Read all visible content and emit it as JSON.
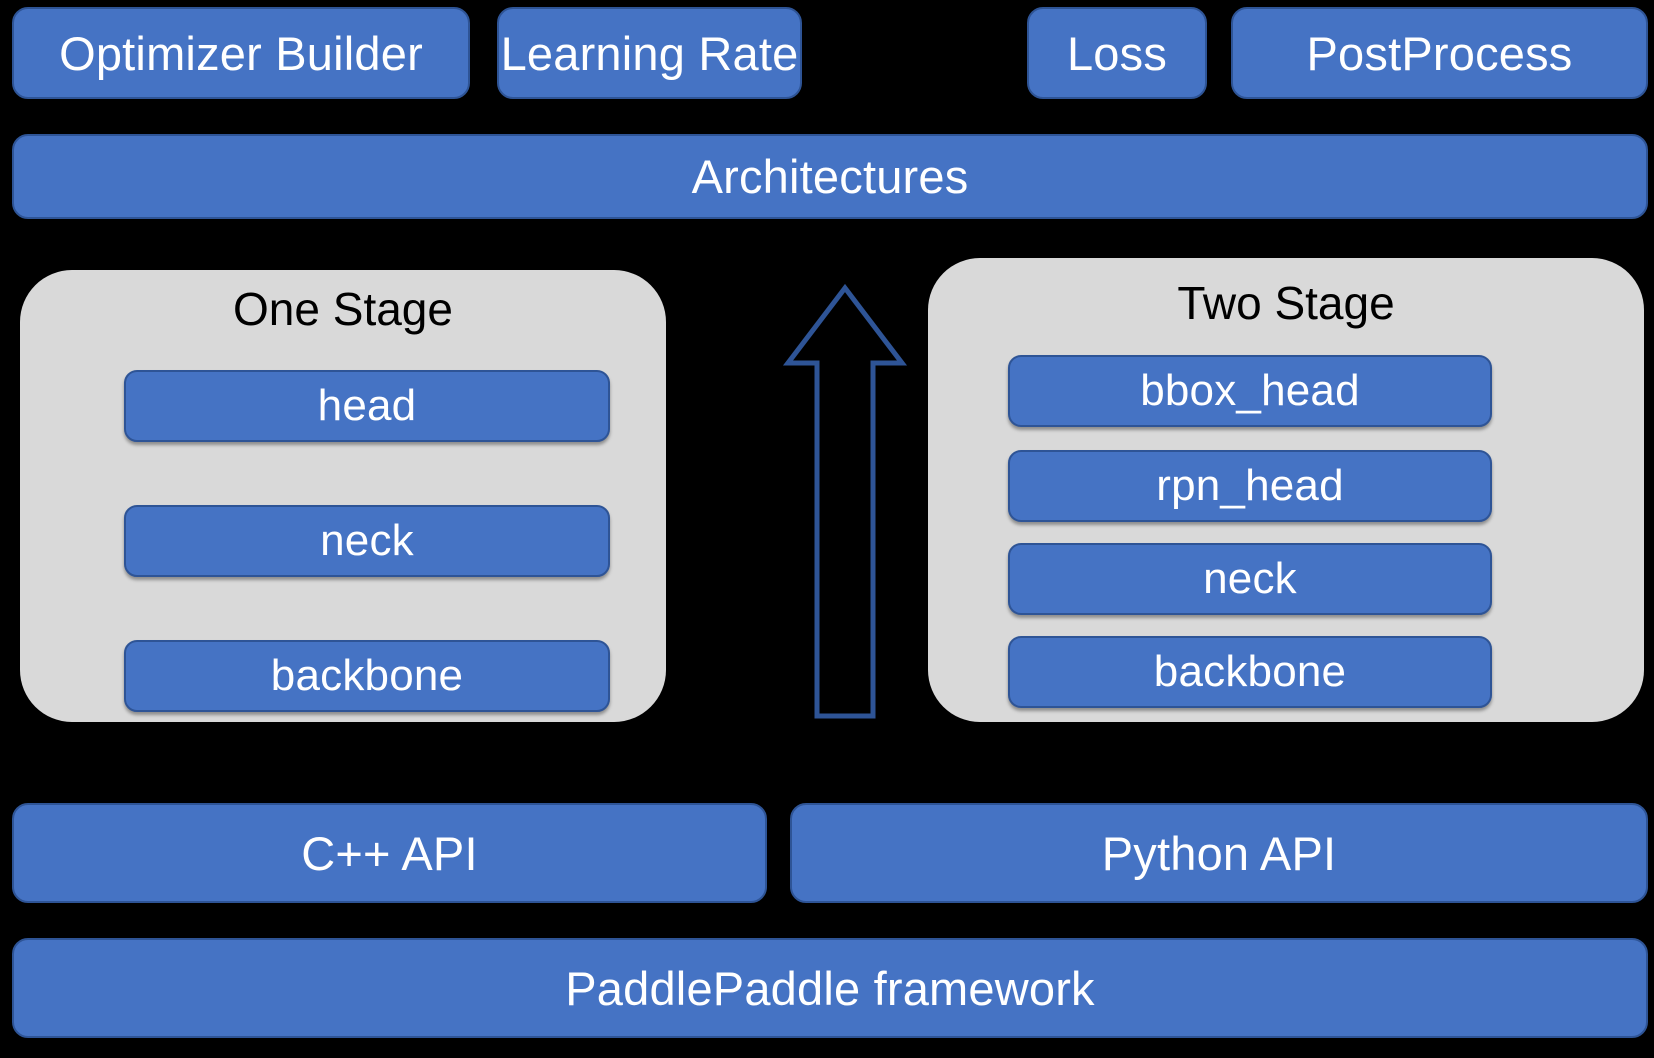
{
  "diagram": {
    "title": "PaddleDetection architecture stack",
    "colors": {
      "background": "#000000",
      "box_fill": "#4573C4",
      "box_border": "#2E5496",
      "container_fill": "#D9D9D9",
      "box_text": "#FFFFFF",
      "container_text": "#000000",
      "arrow_stroke": "#2E5496"
    },
    "top_components": [
      {
        "label": "Optimizer Builder"
      },
      {
        "label": "Learning Rate"
      },
      {
        "label": "Loss"
      },
      {
        "label": "PostProcess"
      }
    ],
    "architectures": {
      "label": "Architectures"
    },
    "stages": [
      {
        "title": "One Stage",
        "modules": [
          {
            "label": "head"
          },
          {
            "label": "neck"
          },
          {
            "label": "backbone"
          }
        ]
      },
      {
        "title": "Two Stage",
        "modules": [
          {
            "label": "bbox_head"
          },
          {
            "label": "rpn_head"
          },
          {
            "label": "neck"
          },
          {
            "label": "backbone"
          }
        ]
      }
    ],
    "arrow": {
      "name": "up-arrow",
      "direction": "up"
    },
    "api_layer": [
      {
        "label": "C++ API"
      },
      {
        "label": "Python API"
      }
    ],
    "framework": {
      "label": "PaddlePaddle framework"
    }
  }
}
